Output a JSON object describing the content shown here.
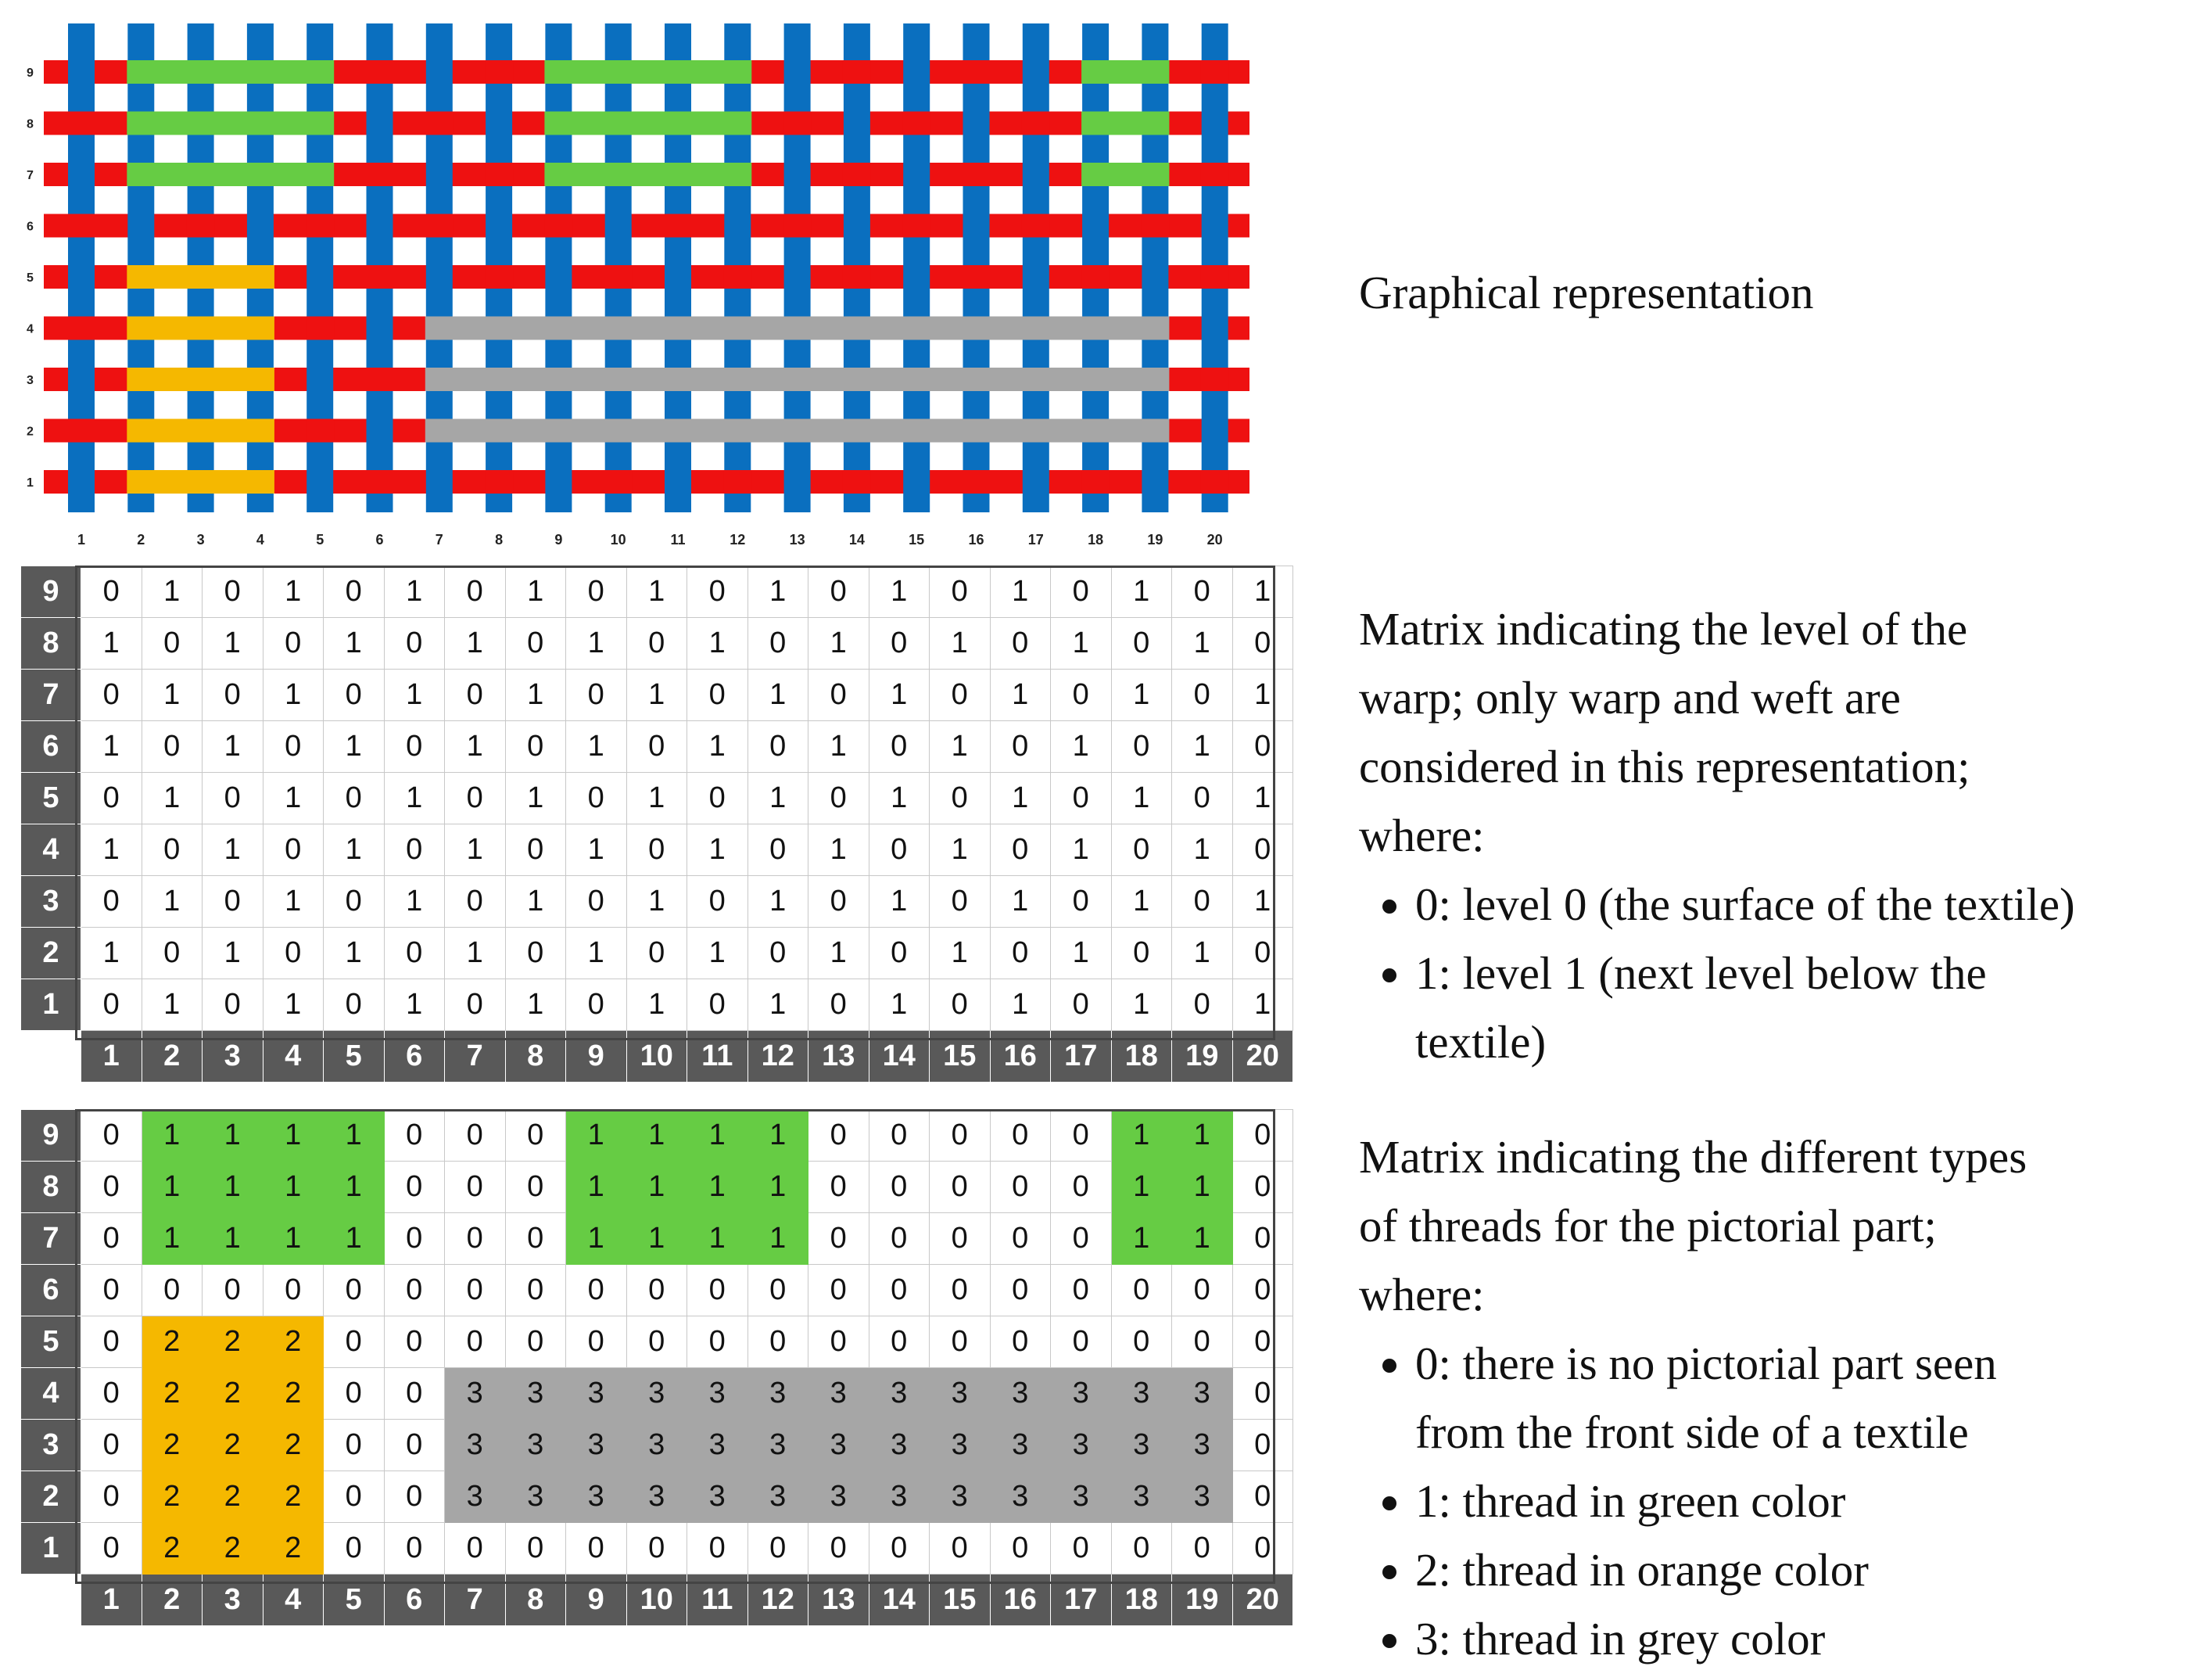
{
  "colors": {
    "warp_blue": "#0a6fbf",
    "weft_red": "#ee1111",
    "green": "#66cc44",
    "orange": "#f5b800",
    "grey": "#a6a6a6",
    "header_grey": "#595959"
  },
  "weave": {
    "row_labels": [
      "1",
      "2",
      "3",
      "4",
      "5",
      "6",
      "7",
      "8",
      "9"
    ],
    "col_labels": [
      "1",
      "2",
      "3",
      "4",
      "5",
      "6",
      "7",
      "8",
      "9",
      "10",
      "11",
      "12",
      "13",
      "14",
      "15",
      "16",
      "17",
      "18",
      "19",
      "20"
    ]
  },
  "warp_matrix": {
    "row_labels": [
      "9",
      "8",
      "7",
      "6",
      "5",
      "4",
      "3",
      "2",
      "1"
    ],
    "col_labels": [
      "1",
      "2",
      "3",
      "4",
      "5",
      "6",
      "7",
      "8",
      "9",
      "10",
      "11",
      "12",
      "13",
      "14",
      "15",
      "16",
      "17",
      "18",
      "19",
      "20"
    ],
    "rows": [
      [
        "0",
        "1",
        "0",
        "1",
        "0",
        "1",
        "0",
        "1",
        "0",
        "1",
        "0",
        "1",
        "0",
        "1",
        "0",
        "1",
        "0",
        "1",
        "0",
        "1"
      ],
      [
        "1",
        "0",
        "1",
        "0",
        "1",
        "0",
        "1",
        "0",
        "1",
        "0",
        "1",
        "0",
        "1",
        "0",
        "1",
        "0",
        "1",
        "0",
        "1",
        "0"
      ],
      [
        "0",
        "1",
        "0",
        "1",
        "0",
        "1",
        "0",
        "1",
        "0",
        "1",
        "0",
        "1",
        "0",
        "1",
        "0",
        "1",
        "0",
        "1",
        "0",
        "1"
      ],
      [
        "1",
        "0",
        "1",
        "0",
        "1",
        "0",
        "1",
        "0",
        "1",
        "0",
        "1",
        "0",
        "1",
        "0",
        "1",
        "0",
        "1",
        "0",
        "1",
        "0"
      ],
      [
        "0",
        "1",
        "0",
        "1",
        "0",
        "1",
        "0",
        "1",
        "0",
        "1",
        "0",
        "1",
        "0",
        "1",
        "0",
        "1",
        "0",
        "1",
        "0",
        "1"
      ],
      [
        "1",
        "0",
        "1",
        "0",
        "1",
        "0",
        "1",
        "0",
        "1",
        "0",
        "1",
        "0",
        "1",
        "0",
        "1",
        "0",
        "1",
        "0",
        "1",
        "0"
      ],
      [
        "0",
        "1",
        "0",
        "1",
        "0",
        "1",
        "0",
        "1",
        "0",
        "1",
        "0",
        "1",
        "0",
        "1",
        "0",
        "1",
        "0",
        "1",
        "0",
        "1"
      ],
      [
        "1",
        "0",
        "1",
        "0",
        "1",
        "0",
        "1",
        "0",
        "1",
        "0",
        "1",
        "0",
        "1",
        "0",
        "1",
        "0",
        "1",
        "0",
        "1",
        "0"
      ],
      [
        "0",
        "1",
        "0",
        "1",
        "0",
        "1",
        "0",
        "1",
        "0",
        "1",
        "0",
        "1",
        "0",
        "1",
        "0",
        "1",
        "0",
        "1",
        "0",
        "1"
      ]
    ]
  },
  "type_matrix": {
    "row_labels": [
      "9",
      "8",
      "7",
      "6",
      "5",
      "4",
      "3",
      "2",
      "1"
    ],
    "col_labels": [
      "1",
      "2",
      "3",
      "4",
      "5",
      "6",
      "7",
      "8",
      "9",
      "10",
      "11",
      "12",
      "13",
      "14",
      "15",
      "16",
      "17",
      "18",
      "19",
      "20"
    ],
    "rows": [
      [
        "0",
        "1",
        "1",
        "1",
        "1",
        "0",
        "0",
        "0",
        "1",
        "1",
        "1",
        "1",
        "0",
        "0",
        "0",
        "0",
        "0",
        "1",
        "1",
        "0"
      ],
      [
        "0",
        "1",
        "1",
        "1",
        "1",
        "0",
        "0",
        "0",
        "1",
        "1",
        "1",
        "1",
        "0",
        "0",
        "0",
        "0",
        "0",
        "1",
        "1",
        "0"
      ],
      [
        "0",
        "1",
        "1",
        "1",
        "1",
        "0",
        "0",
        "0",
        "1",
        "1",
        "1",
        "1",
        "0",
        "0",
        "0",
        "0",
        "0",
        "1",
        "1",
        "0"
      ],
      [
        "0",
        "0",
        "0",
        "0",
        "0",
        "0",
        "0",
        "0",
        "0",
        "0",
        "0",
        "0",
        "0",
        "0",
        "0",
        "0",
        "0",
        "0",
        "0",
        "0"
      ],
      [
        "0",
        "2",
        "2",
        "2",
        "0",
        "0",
        "0",
        "0",
        "0",
        "0",
        "0",
        "0",
        "0",
        "0",
        "0",
        "0",
        "0",
        "0",
        "0",
        "0"
      ],
      [
        "0",
        "2",
        "2",
        "2",
        "0",
        "0",
        "3",
        "3",
        "3",
        "3",
        "3",
        "3",
        "3",
        "3",
        "3",
        "3",
        "3",
        "3",
        "3",
        "0"
      ],
      [
        "0",
        "2",
        "2",
        "2",
        "0",
        "0",
        "3",
        "3",
        "3",
        "3",
        "3",
        "3",
        "3",
        "3",
        "3",
        "3",
        "3",
        "3",
        "3",
        "0"
      ],
      [
        "0",
        "2",
        "2",
        "2",
        "0",
        "0",
        "3",
        "3",
        "3",
        "3",
        "3",
        "3",
        "3",
        "3",
        "3",
        "3",
        "3",
        "3",
        "3",
        "0"
      ],
      [
        "0",
        "2",
        "2",
        "2",
        "0",
        "0",
        "0",
        "0",
        "0",
        "0",
        "0",
        "0",
        "0",
        "0",
        "0",
        "0",
        "0",
        "0",
        "0",
        "0"
      ]
    ]
  },
  "text": {
    "graphical": "Graphical representation",
    "warp_desc_1": "Matrix indicating the level of the",
    "warp_desc_2": "warp; only warp and weft are",
    "warp_desc_3": "considered in this representation;",
    "warp_desc_4": "where:",
    "warp_b1": "0: level 0 (the surface of the textile)",
    "warp_b2a": "1: level 1 (next level below the",
    "warp_b2b": "textile)",
    "type_desc_1": "Matrix indicating the different types",
    "type_desc_2": "of threads for the pictorial part;",
    "type_desc_3": "where:",
    "type_b1a": "0: there is no pictorial part seen",
    "type_b1b": "from the front side of a textile",
    "type_b2": "1: thread in green color",
    "type_b3": "2: thread in orange color",
    "type_b4": "3: thread in grey color"
  }
}
